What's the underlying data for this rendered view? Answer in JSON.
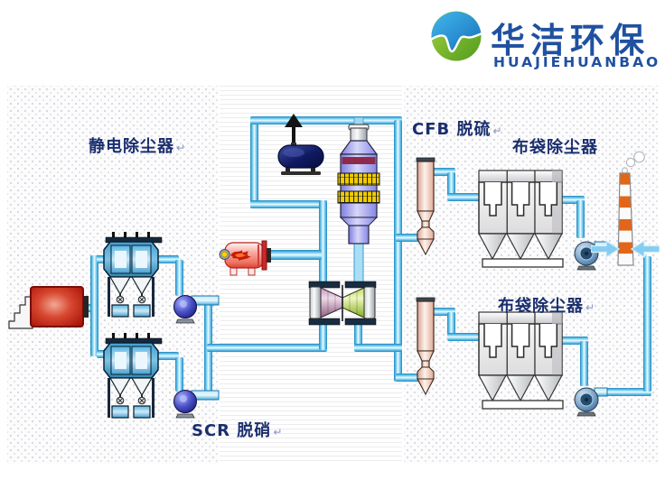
{
  "header": {
    "logo": {
      "company_name_zh": "华洁环保",
      "company_name_en": "HUAJIEHUANBAO",
      "brand_color": "#2050a0",
      "icon_colors": {
        "blue": "#2ba0dc",
        "green": "#6fb32a"
      }
    }
  },
  "diagram": {
    "labels": {
      "electrostatic_precipitator": "静电除尘器",
      "scr_denitration": "SCR 脱硝",
      "cfb_desulfurization": "CFB 脱硫",
      "bag_filter_top": "布袋除尘器",
      "bag_filter_bottom": "布袋除尘器",
      "paragraph_mark": "↵"
    },
    "colors": {
      "pipe_blue": "#52b8e8",
      "boiler_red": "#c43020",
      "scr_tower_purple": "#9c9cec",
      "catalyst_yellow": "#f0cc00",
      "ggh_green": "#84ad20",
      "chimney_orange": "#e2661a",
      "label_navy": "#1b2f6e"
    }
  }
}
